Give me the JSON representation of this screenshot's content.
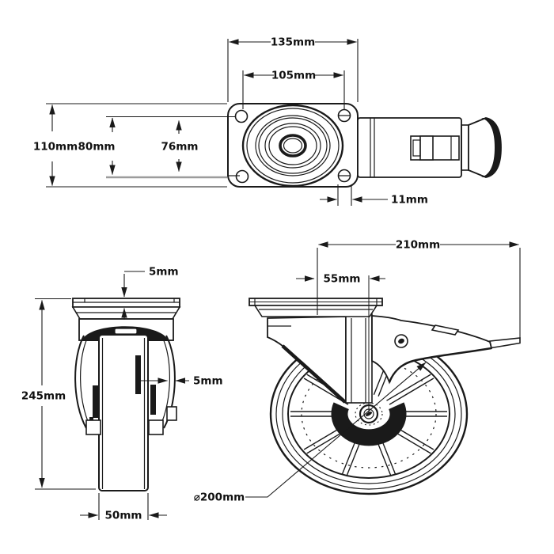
{
  "drawing": {
    "type": "caster-wheel-technical-drawing",
    "background": "#ffffff",
    "line_color": "#1a1a1a"
  },
  "views": {
    "top_view": {
      "dims": {
        "plate_width": "135mm",
        "bolt_spacing_width": "105mm",
        "plate_height": "110mm",
        "bolt_spacing_height": "80mm",
        "inner_spacing": "76mm",
        "bolt_hole_diameter": "11mm"
      }
    },
    "front_view": {
      "dims": {
        "plate_thickness": "5mm",
        "overall_height": "245mm",
        "fork_thickness": "5mm",
        "wheel_width": "50mm"
      }
    },
    "side_view": {
      "dims": {
        "overall_length": "210mm",
        "swivel_offset": "55mm",
        "wheel_diameter": "⌀200mm"
      }
    }
  }
}
